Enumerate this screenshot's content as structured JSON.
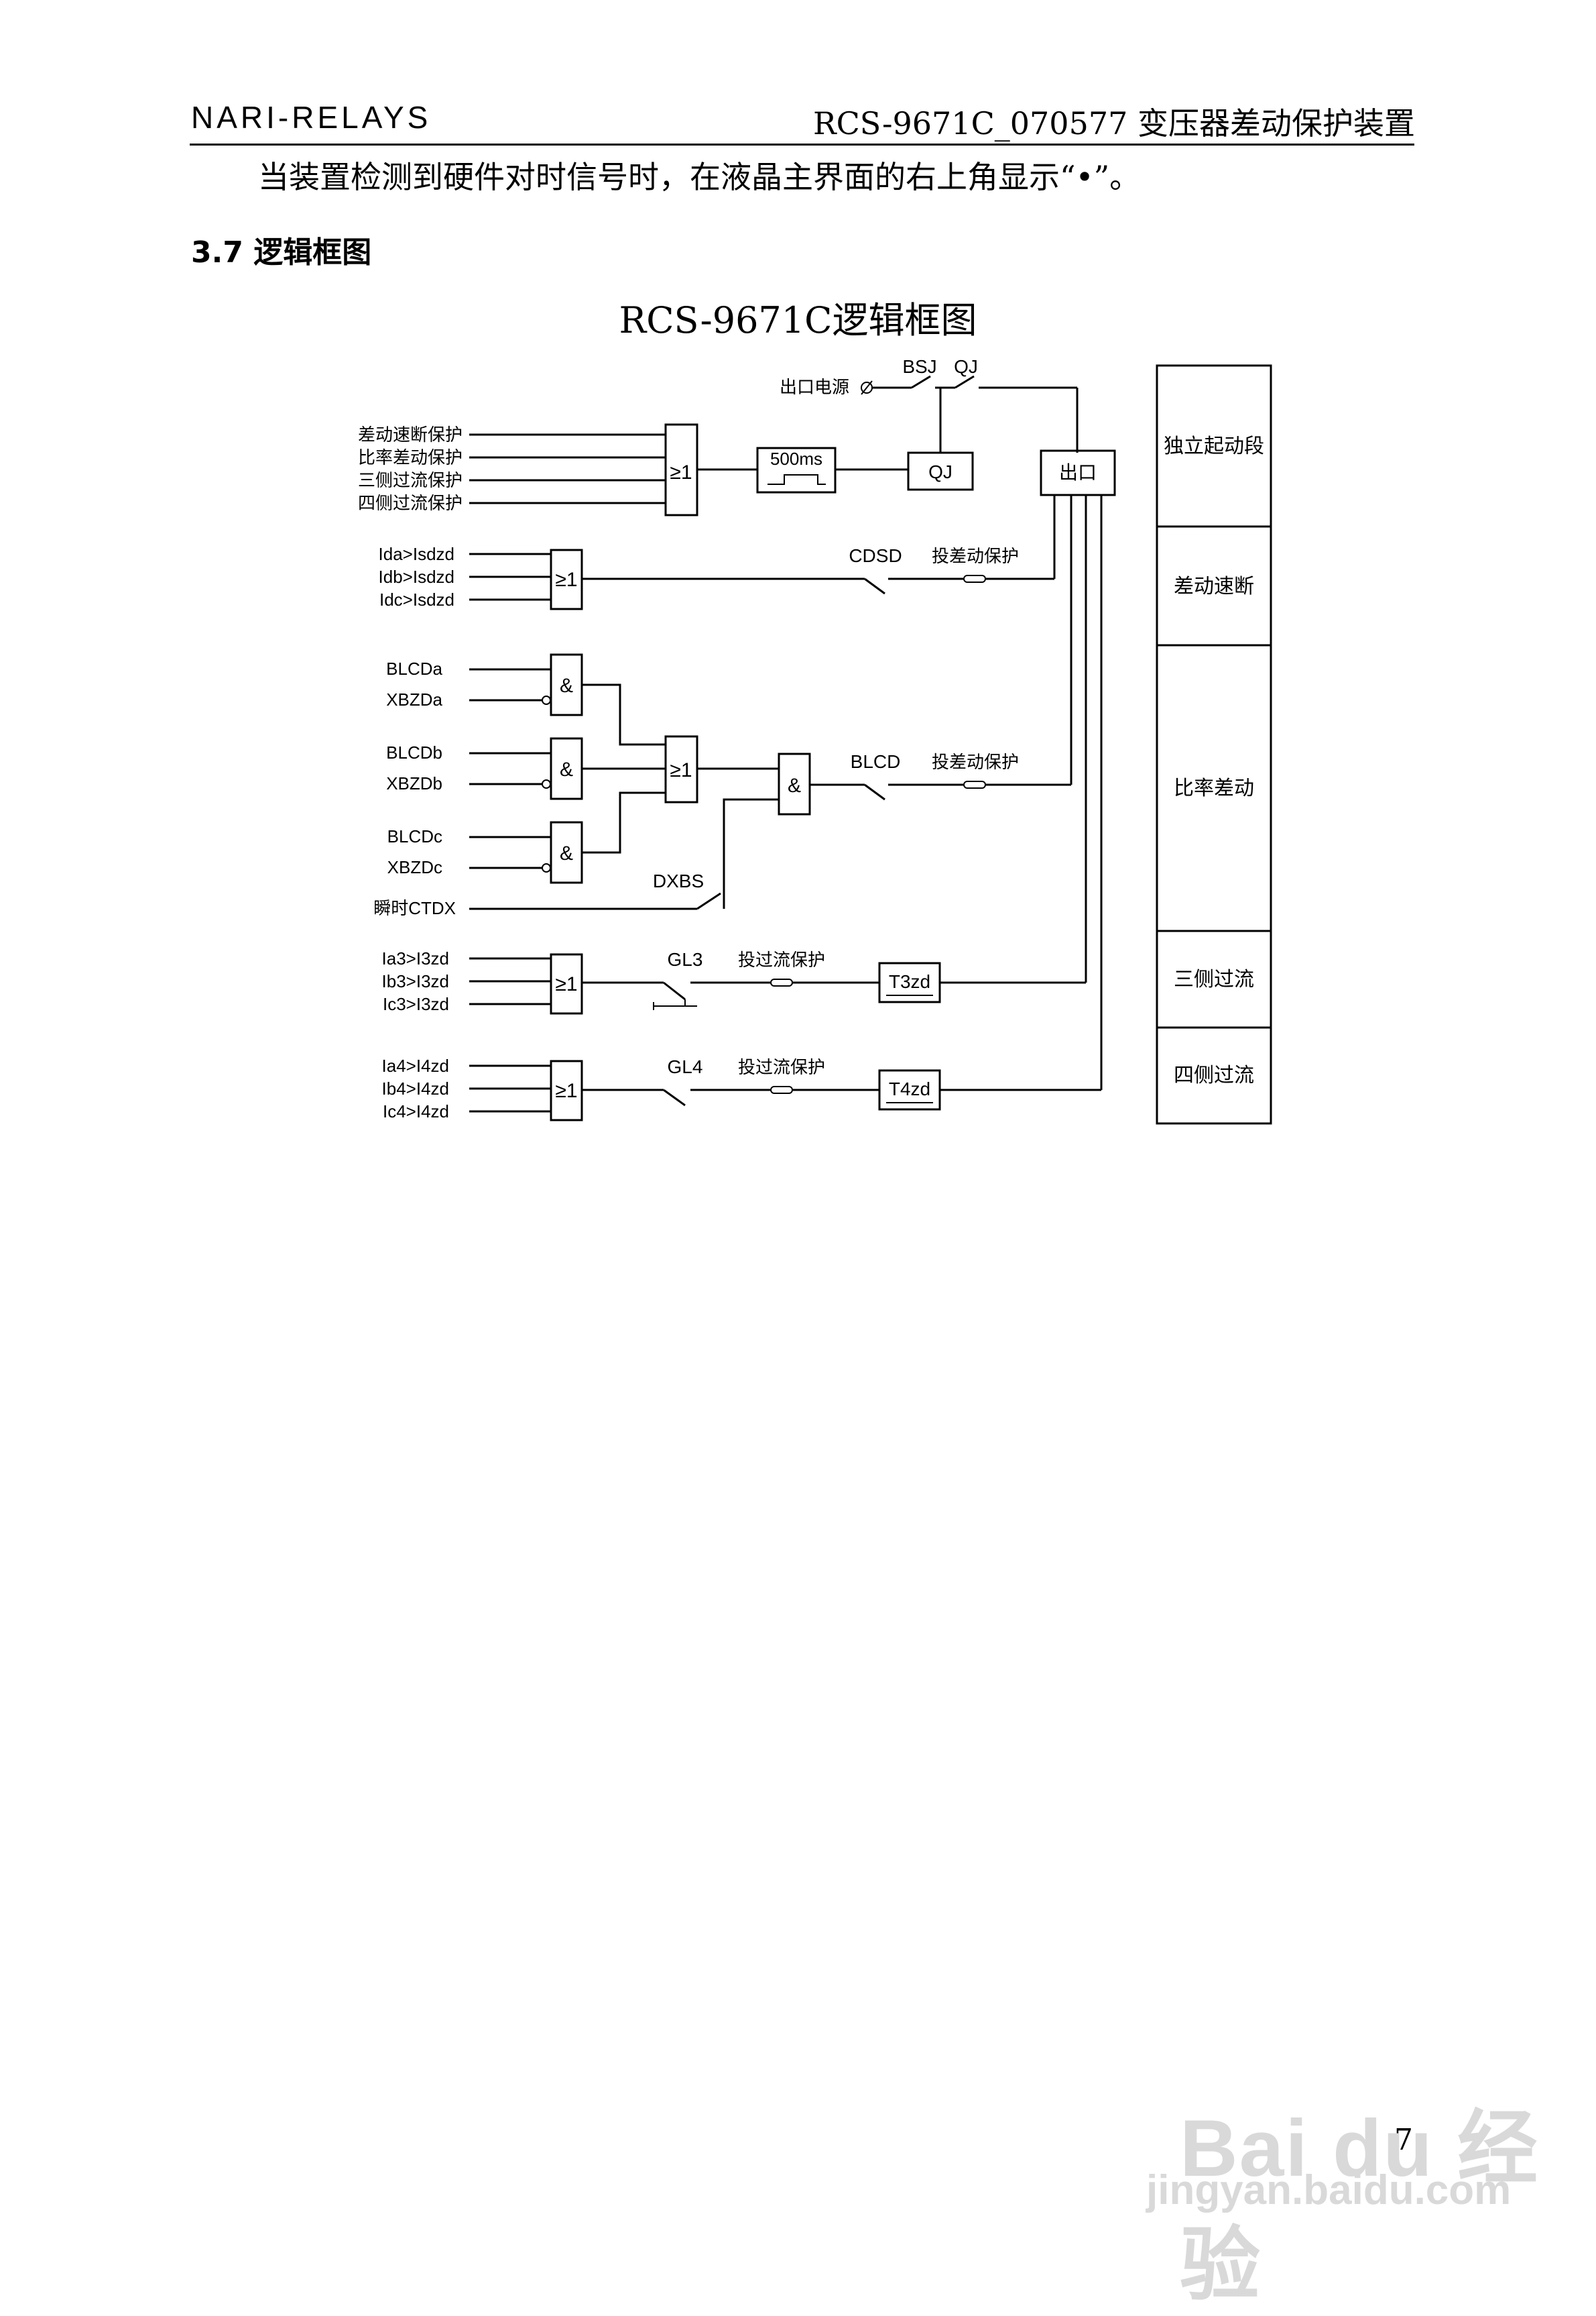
{
  "header": {
    "left": "NARI-RELAYS",
    "right": "RCS-9671C_070577 变压器差动保护装置"
  },
  "paragraph": "当装置检测到硬件对时信号时，在液晶主界面的右上角显示“•”。",
  "section_title": "3.7 逻辑框图",
  "figure_title": "RCS-9671C逻辑框图",
  "diagram": {
    "top_inputs": [
      "差动速断保护",
      "比率差动保护",
      "三侧过流保护",
      "四侧过流保护"
    ],
    "power_label": "出口电源",
    "bsj": "BSJ",
    "qj": "QJ",
    "timer_500": "500ms",
    "qj_box": "QJ",
    "chukou": "出口",
    "or_symbol": "≥1",
    "and_symbol": "&",
    "cdsd_inputs": [
      "Ida>Isdzd",
      "Idb>Isdzd",
      "Idc>Isdzd"
    ],
    "cdsd": "CDSD",
    "enable_diff": "投差动保护",
    "blcd_inputs": [
      [
        "BLCDa",
        "XBZDa"
      ],
      [
        "BLCDb",
        "XBZDb"
      ],
      [
        "BLCDc",
        "XBZDc"
      ]
    ],
    "ctdx": "瞬时CTDX",
    "dxbs": "DXBS",
    "blcd": "BLCD",
    "gl3_inputs": [
      "Ia3>I3zd",
      "Ib3>I3zd",
      "Ic3>I3zd"
    ],
    "gl3": "GL3",
    "gl4_inputs": [
      "Ia4>I4zd",
      "Ib4>I4zd",
      "Ic4>I4zd"
    ],
    "gl4": "GL4",
    "enable_oc": "投过流保护",
    "t3": "T3zd",
    "t4": "T4zd",
    "segments": [
      "独立起动段",
      "差动速断",
      "比率差动",
      "三侧过流",
      "四侧过流"
    ]
  },
  "page_number": "7",
  "watermark": {
    "line1": "Bai du 经验",
    "line2": "jingyan.baidu.com"
  }
}
